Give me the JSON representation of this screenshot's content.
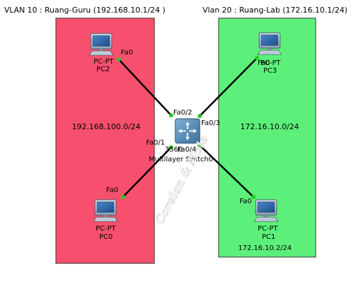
{
  "vlan_left": {
    "title": "VLAN 10  : Ruang-Guru (192.168.10.1/24 )",
    "color": "#f7506e",
    "network": "192.168.100.0/24"
  },
  "vlan_right": {
    "title": "Vlan 20 : Ruang-Lab (172.16.10.1/24)",
    "color": "#5cf07a",
    "network": "172.16.10.0/24"
  },
  "switch": {
    "type_label": "3560",
    "name": "Multilayer Switch0",
    "icon": "multilayer-switch-icon",
    "ports": {
      "pc2": "Fa0/2",
      "pc3": "Fa0/3",
      "pc0": "Fa0/1",
      "pc1": "Fa0/4"
    }
  },
  "devices": {
    "pc2": {
      "type": "PC-PT",
      "name": "PC2",
      "port": "Fa0",
      "icon": "pc-icon"
    },
    "pc3": {
      "type": "PC-PT",
      "name": "PC3",
      "port": "Fa0",
      "icon": "pc-icon"
    },
    "pc0": {
      "type": "PC-PT",
      "name": "PC0",
      "port": "Fa0",
      "icon": "pc-icon"
    },
    "pc1": {
      "type": "PC-PT",
      "name": "PC1",
      "port": "Fa0",
      "icon": "pc-icon",
      "address": "172.16.10.2/24"
    }
  },
  "link_color": "#000000",
  "link_status_color": "#22cc22",
  "watermark": "Corelan & Mole"
}
